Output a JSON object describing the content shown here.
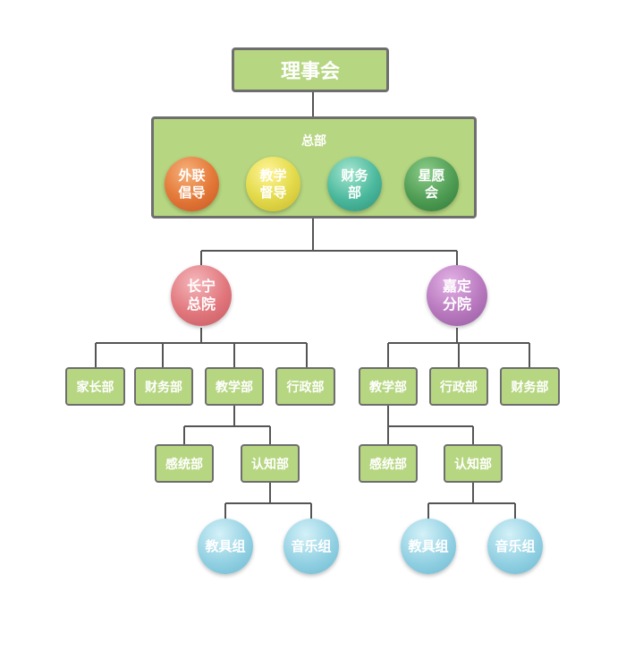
{
  "colors": {
    "box_fill": "#b6d681",
    "box_border": "#6e6e6e",
    "line": "#555555",
    "text": "#ffffff"
  },
  "board": {
    "label": "理事会"
  },
  "hq": {
    "label": "总部",
    "units": [
      {
        "label": "外联\n倡导",
        "color": "orange"
      },
      {
        "label": "教学\n督导",
        "color": "yellow"
      },
      {
        "label": "财务\n部",
        "color": "teal"
      },
      {
        "label": "星愿\n会",
        "color": "green"
      }
    ]
  },
  "changning": {
    "label": "长宁\n总院",
    "depts": [
      "家长部",
      "财务部",
      "教学部",
      "行政部"
    ],
    "teaching_subs": [
      "感统部",
      "认知部"
    ],
    "cognition_groups": [
      "教具组",
      "音乐组"
    ]
  },
  "jiading": {
    "label": "嘉定\n分院",
    "depts": [
      "教学部",
      "行政部",
      "财务部"
    ],
    "teaching_subs": [
      "感统部",
      "认知部"
    ],
    "cognition_groups": [
      "教具组",
      "音乐组"
    ]
  }
}
